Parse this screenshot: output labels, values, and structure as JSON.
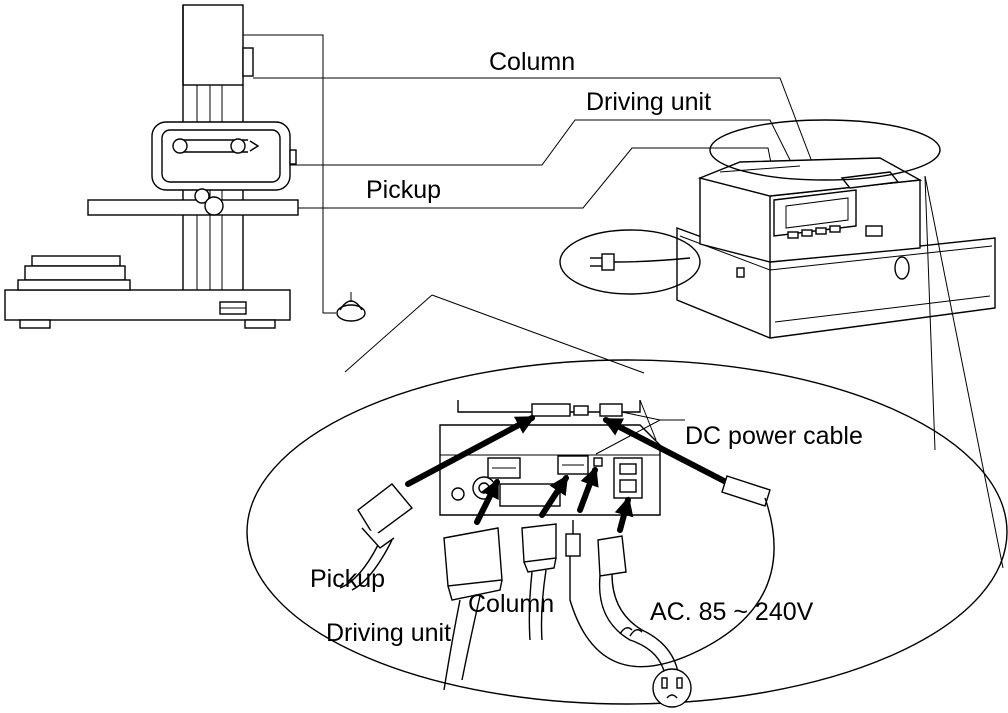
{
  "labels": {
    "column_top": "Column",
    "driving_unit_top": "Driving unit",
    "pickup_top": "Pickup",
    "dc_power_cable": "DC power cable",
    "pickup_bottom": "Pickup",
    "driving_unit_bottom": "Driving unit",
    "column_bottom": "Column",
    "ac_power": "AC. 85 ~ 240V"
  }
}
